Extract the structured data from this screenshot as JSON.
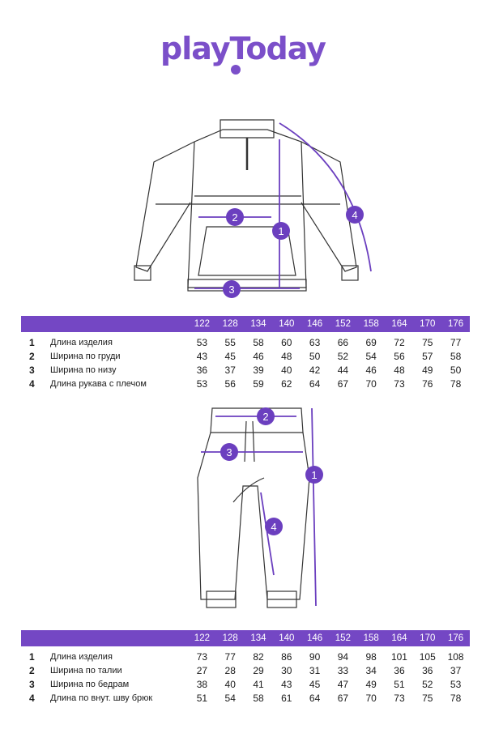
{
  "brand": {
    "name": "playToday",
    "color": "#7b4fc9"
  },
  "accent_color": "#7447c4",
  "jacket_figure": {
    "markers": [
      "1",
      "2",
      "3",
      "4"
    ]
  },
  "pants_figure": {
    "markers": [
      "1",
      "2",
      "3",
      "4"
    ]
  },
  "jacket_table": {
    "sizes": [
      "122",
      "128",
      "134",
      "140",
      "146",
      "152",
      "158",
      "164",
      "170",
      "176"
    ],
    "rows": [
      {
        "num": "1",
        "label": "Длина изделия",
        "values": [
          "53",
          "55",
          "58",
          "60",
          "63",
          "66",
          "69",
          "72",
          "75",
          "77"
        ]
      },
      {
        "num": "2",
        "label": "Ширина по груди",
        "values": [
          "43",
          "45",
          "46",
          "48",
          "50",
          "52",
          "54",
          "56",
          "57",
          "58"
        ]
      },
      {
        "num": "3",
        "label": "Ширина по низу",
        "values": [
          "36",
          "37",
          "39",
          "40",
          "42",
          "44",
          "46",
          "48",
          "49",
          "50"
        ]
      },
      {
        "num": "4",
        "label": "Длина рукава с плечом",
        "values": [
          "53",
          "56",
          "59",
          "62",
          "64",
          "67",
          "70",
          "73",
          "76",
          "78"
        ]
      }
    ]
  },
  "pants_table": {
    "sizes": [
      "122",
      "128",
      "134",
      "140",
      "146",
      "152",
      "158",
      "164",
      "170",
      "176"
    ],
    "rows": [
      {
        "num": "1",
        "label": "Длина изделия",
        "values": [
          "73",
          "77",
          "82",
          "86",
          "90",
          "94",
          "98",
          "101",
          "105",
          "108"
        ]
      },
      {
        "num": "2",
        "label": "Ширина по талии",
        "values": [
          "27",
          "28",
          "29",
          "30",
          "31",
          "33",
          "34",
          "36",
          "36",
          "37"
        ]
      },
      {
        "num": "3",
        "label": "Ширина по бедрам",
        "values": [
          "38",
          "40",
          "41",
          "43",
          "45",
          "47",
          "49",
          "51",
          "52",
          "53"
        ]
      },
      {
        "num": "4",
        "label": "Длина по внут. шву брюк",
        "values": [
          "51",
          "54",
          "58",
          "61",
          "64",
          "67",
          "70",
          "73",
          "75",
          "78"
        ]
      }
    ]
  }
}
